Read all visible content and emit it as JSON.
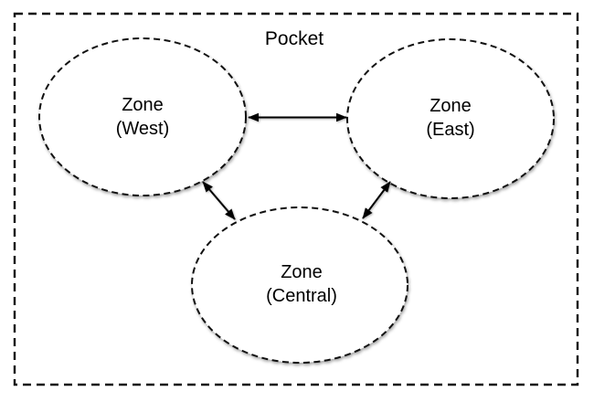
{
  "diagram": {
    "container_label": "Pocket",
    "zones": [
      {
        "id": "zone-west",
        "line1": "Zone",
        "line2": "(West)"
      },
      {
        "id": "zone-east",
        "line1": "Zone",
        "line2": "(East)"
      },
      {
        "id": "zone-central",
        "line1": "Zone",
        "line2": "(Central)"
      }
    ],
    "connections": [
      {
        "from": "zone-west",
        "to": "zone-east",
        "bidirectional": true
      },
      {
        "from": "zone-west",
        "to": "zone-central",
        "bidirectional": true
      },
      {
        "from": "zone-east",
        "to": "zone-central",
        "bidirectional": true
      }
    ],
    "colors": {
      "stroke": "#000000",
      "background": "#ffffff",
      "text": "#000000"
    }
  }
}
